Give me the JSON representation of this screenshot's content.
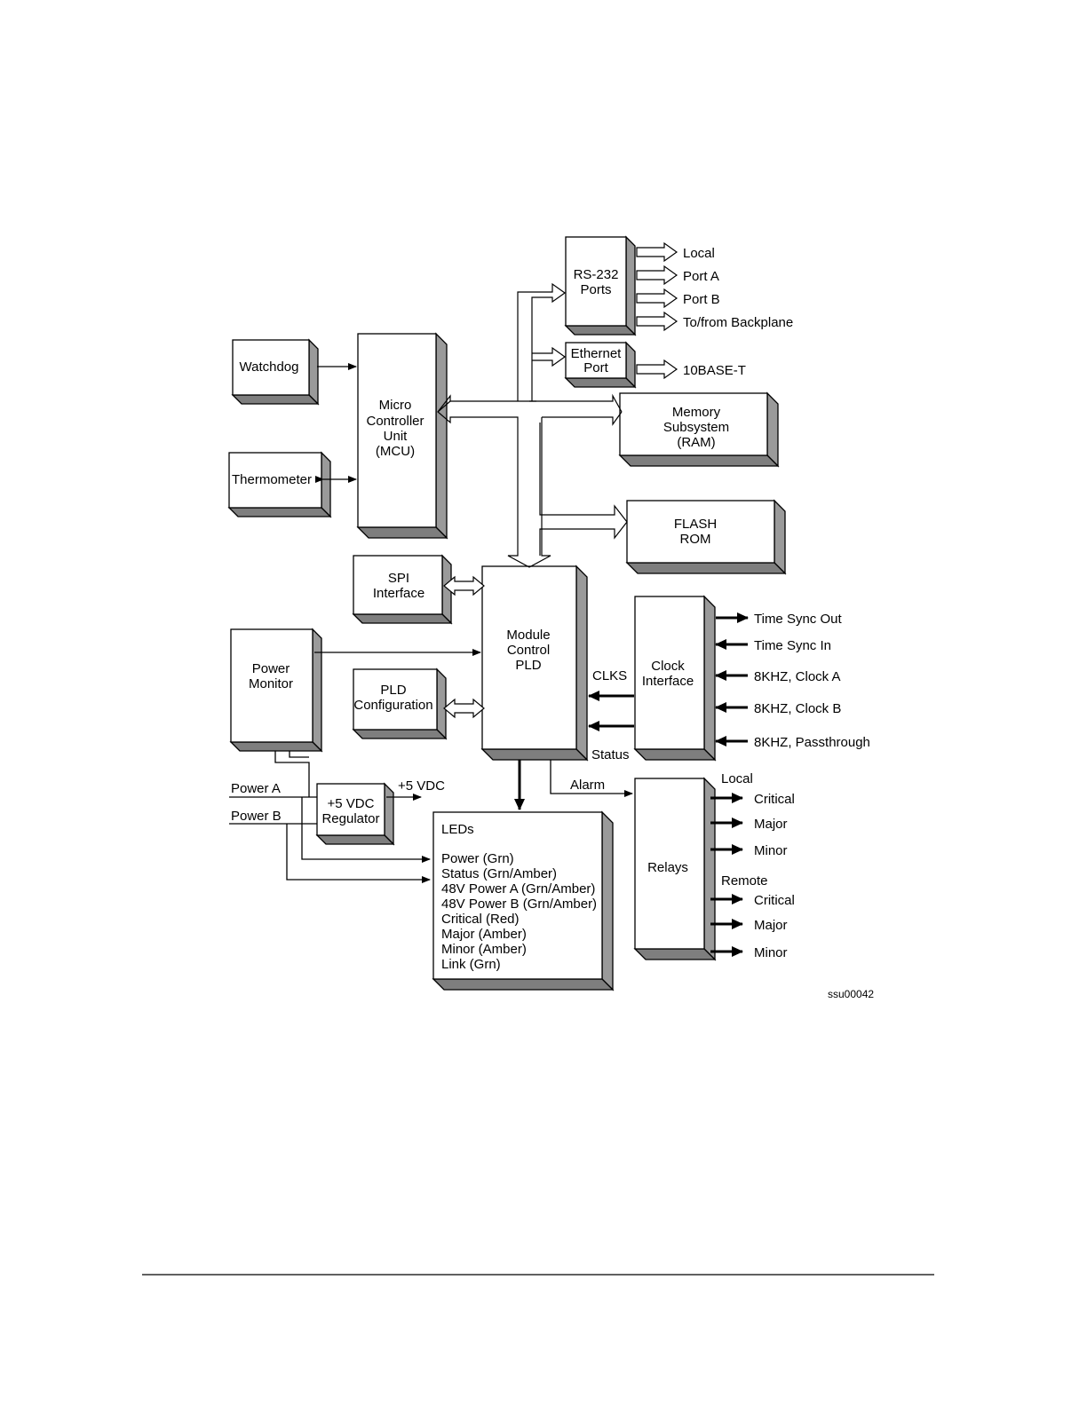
{
  "blocks": {
    "watchdog": [
      "Watchdog"
    ],
    "thermometer": [
      "Thermometer"
    ],
    "mcu": [
      "Micro",
      "Controller",
      "Unit",
      "(MCU)"
    ],
    "rs232": [
      "RS-232",
      "Ports"
    ],
    "ethernet": [
      "Ethernet",
      "Port"
    ],
    "memory": [
      "Memory",
      "Subsystem",
      "(RAM)"
    ],
    "flash": [
      "FLASH",
      "ROM"
    ],
    "spi": [
      "SPI",
      "Interface"
    ],
    "pld": [
      "Module",
      "Control",
      "PLD"
    ],
    "pld_config": [
      "PLD",
      "Configuration"
    ],
    "power_monitor": [
      "Power",
      "Monitor"
    ],
    "clock_interface": [
      "Clock",
      "Interface"
    ],
    "regulator": [
      "+5 VDC",
      "Regulator"
    ],
    "relays": [
      "Relays"
    ],
    "leds_title": "LEDs",
    "leds_items": [
      "Power (Grn)",
      "Status (Grn/Amber)",
      "48V Power A (Grn/Amber)",
      "48V Power B (Grn/Amber)",
      "Critical (Red)",
      "Major (Amber)",
      "Minor (Amber)",
      "Link (Grn)"
    ]
  },
  "rs232_ports": [
    "Local",
    "Port A",
    "Port B",
    "To/from Backplane"
  ],
  "ethernet_out": "10BASE-T",
  "clock_signals": [
    "Time Sync Out",
    "Time Sync In",
    "8KHZ, Clock A",
    "8KHZ, Clock B",
    "8KHZ, Passthrough"
  ],
  "bus_labels": {
    "clks": "CLKS",
    "status": "Status",
    "alarm": "Alarm",
    "vdc_out": "+5 VDC"
  },
  "power_inputs": [
    "Power A",
    "Power B"
  ],
  "relay_groups": [
    {
      "name": "Local",
      "outputs": [
        "Critical",
        "Major",
        "Minor"
      ]
    },
    {
      "name": "Remote",
      "outputs": [
        "Critical",
        "Major",
        "Minor"
      ]
    }
  ],
  "figure_id": "ssu00042"
}
